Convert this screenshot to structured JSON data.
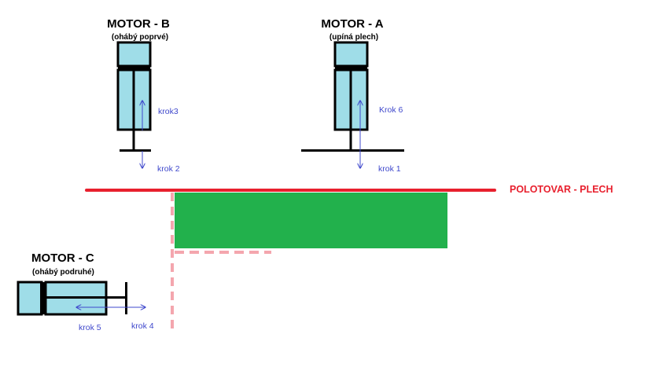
{
  "colors": {
    "cylinder_fill": "#9fdde8",
    "outline": "#000000",
    "sheet": "#e8202e",
    "bent_part": "#22b14c",
    "dashed_guide": "#f4a6ae",
    "step_text": "#3f48cc",
    "arrow": "#3f48cc"
  },
  "motor_b": {
    "title": "MOTOR - B",
    "subtitle": "(ohábý poprvé)"
  },
  "motor_a": {
    "title": "MOTOR - A",
    "subtitle": "(upíná plech)"
  },
  "motor_c": {
    "title": "MOTOR - C",
    "subtitle": "(ohábý podruhé)"
  },
  "steps": {
    "krok1": "krok 1",
    "krok2": "krok 2",
    "krok3": "krok3",
    "krok4": "krok 4",
    "krok5": "krok 5",
    "krok6": "Krok 6"
  },
  "sheet_label": "POLOTOVAR - PLECH"
}
